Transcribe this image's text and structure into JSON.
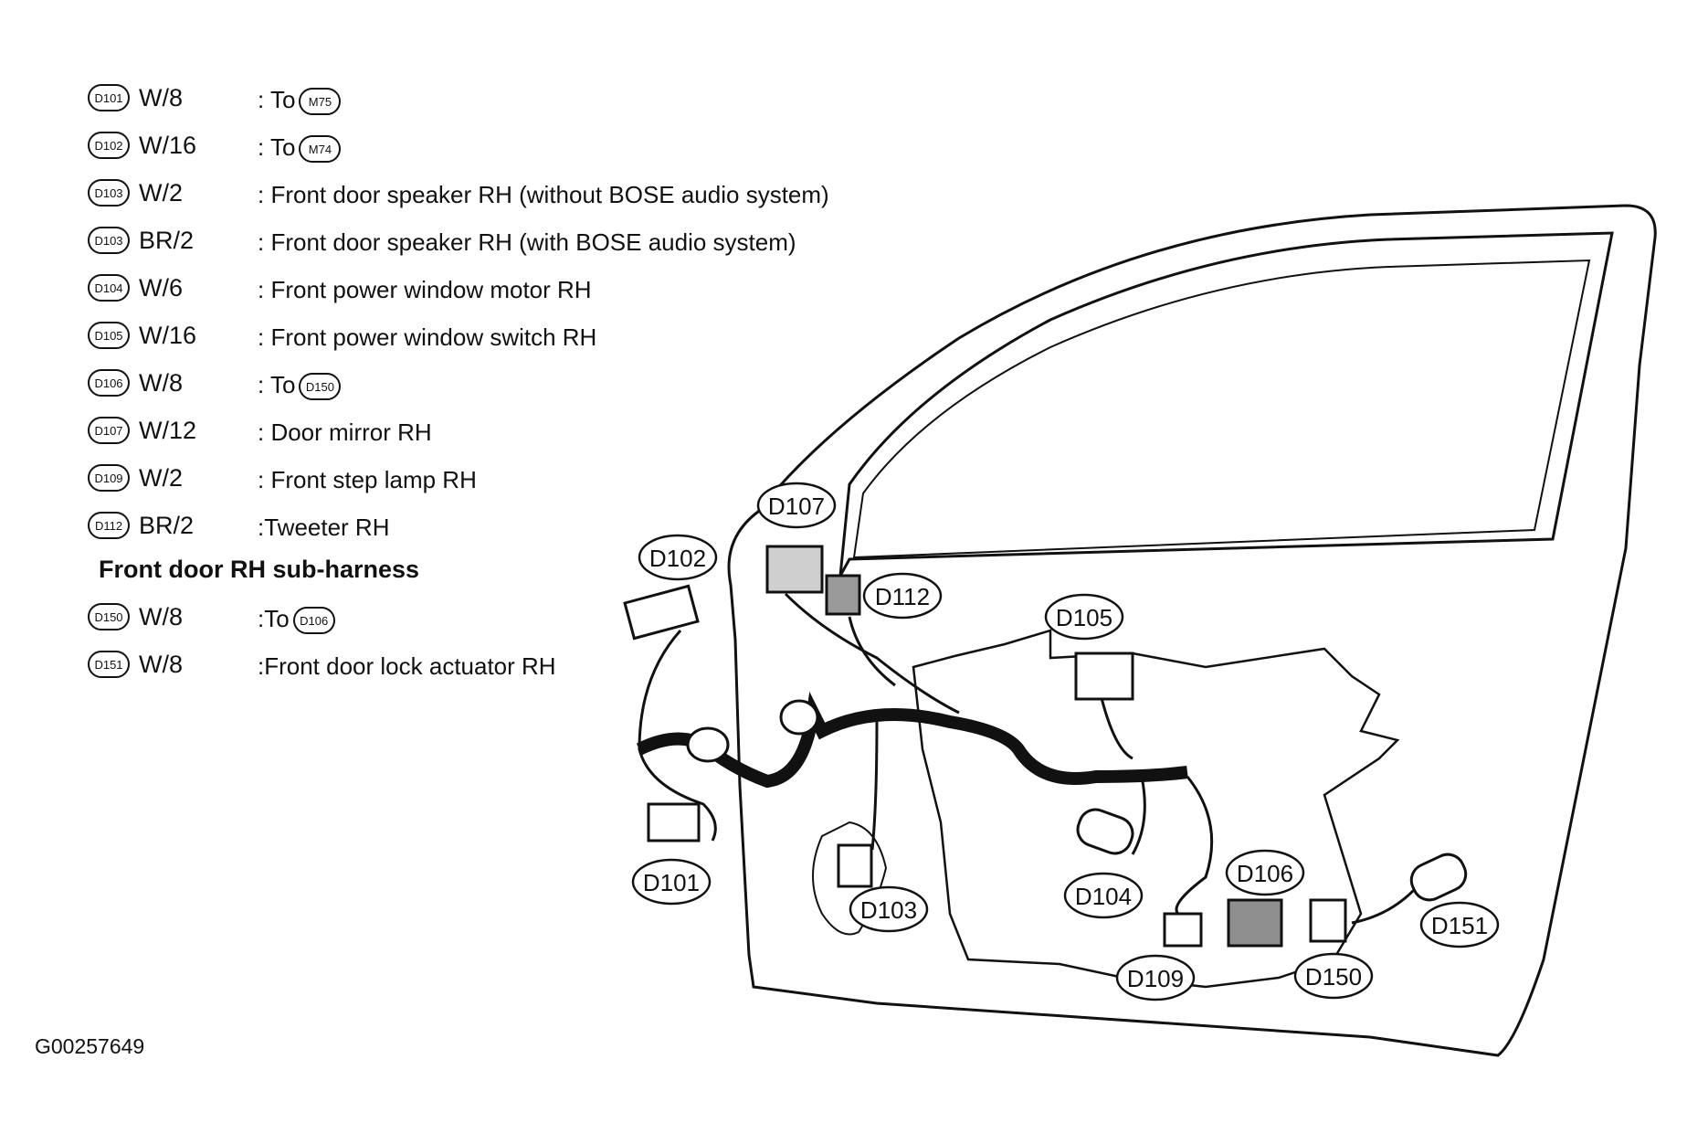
{
  "legend": [
    {
      "badge": "D101",
      "spec": "W/8",
      "desc": ": To",
      "to": "M75"
    },
    {
      "badge": "D102",
      "spec": "W/16",
      "desc": ": To",
      "to": "M74"
    },
    {
      "badge": "D103",
      "spec": "W/2",
      "desc": ": Front door speaker RH (without BOSE audio system)",
      "to": ""
    },
    {
      "badge": "D103",
      "spec": "BR/2",
      "desc": ": Front door speaker RH (with BOSE audio system)",
      "to": ""
    },
    {
      "badge": "D104",
      "spec": "W/6",
      "desc": ": Front power window motor RH",
      "to": ""
    },
    {
      "badge": "D105",
      "spec": "W/16",
      "desc": ": Front power window switch RH",
      "to": ""
    },
    {
      "badge": "D106",
      "spec": "W/8",
      "desc": ": To",
      "to": "D150"
    },
    {
      "badge": "D107",
      "spec": "W/12",
      "desc": ": Door mirror RH",
      "to": ""
    },
    {
      "badge": "D109",
      "spec": "W/2",
      "desc": ": Front step lamp RH",
      "to": ""
    },
    {
      "badge": "D112",
      "spec": "BR/2",
      "desc": ":Tweeter RH",
      "to": ""
    }
  ],
  "section_title": "Front door RH sub-harness",
  "sub_legend": [
    {
      "badge": "D150",
      "spec": "W/8",
      "desc": ":To",
      "to": "D106"
    },
    {
      "badge": "D151",
      "spec": "W/8",
      "desc": ":Front door lock actuator RH",
      "to": ""
    }
  ],
  "connectors": {
    "d101": "D101",
    "d102": "D102",
    "d103": "D103",
    "d104": "D104",
    "d105": "D105",
    "d106": "D106",
    "d107": "D107",
    "d109": "D109",
    "d112": "D112",
    "d150": "D150",
    "d151": "D151"
  },
  "figure_id": "G00257649"
}
